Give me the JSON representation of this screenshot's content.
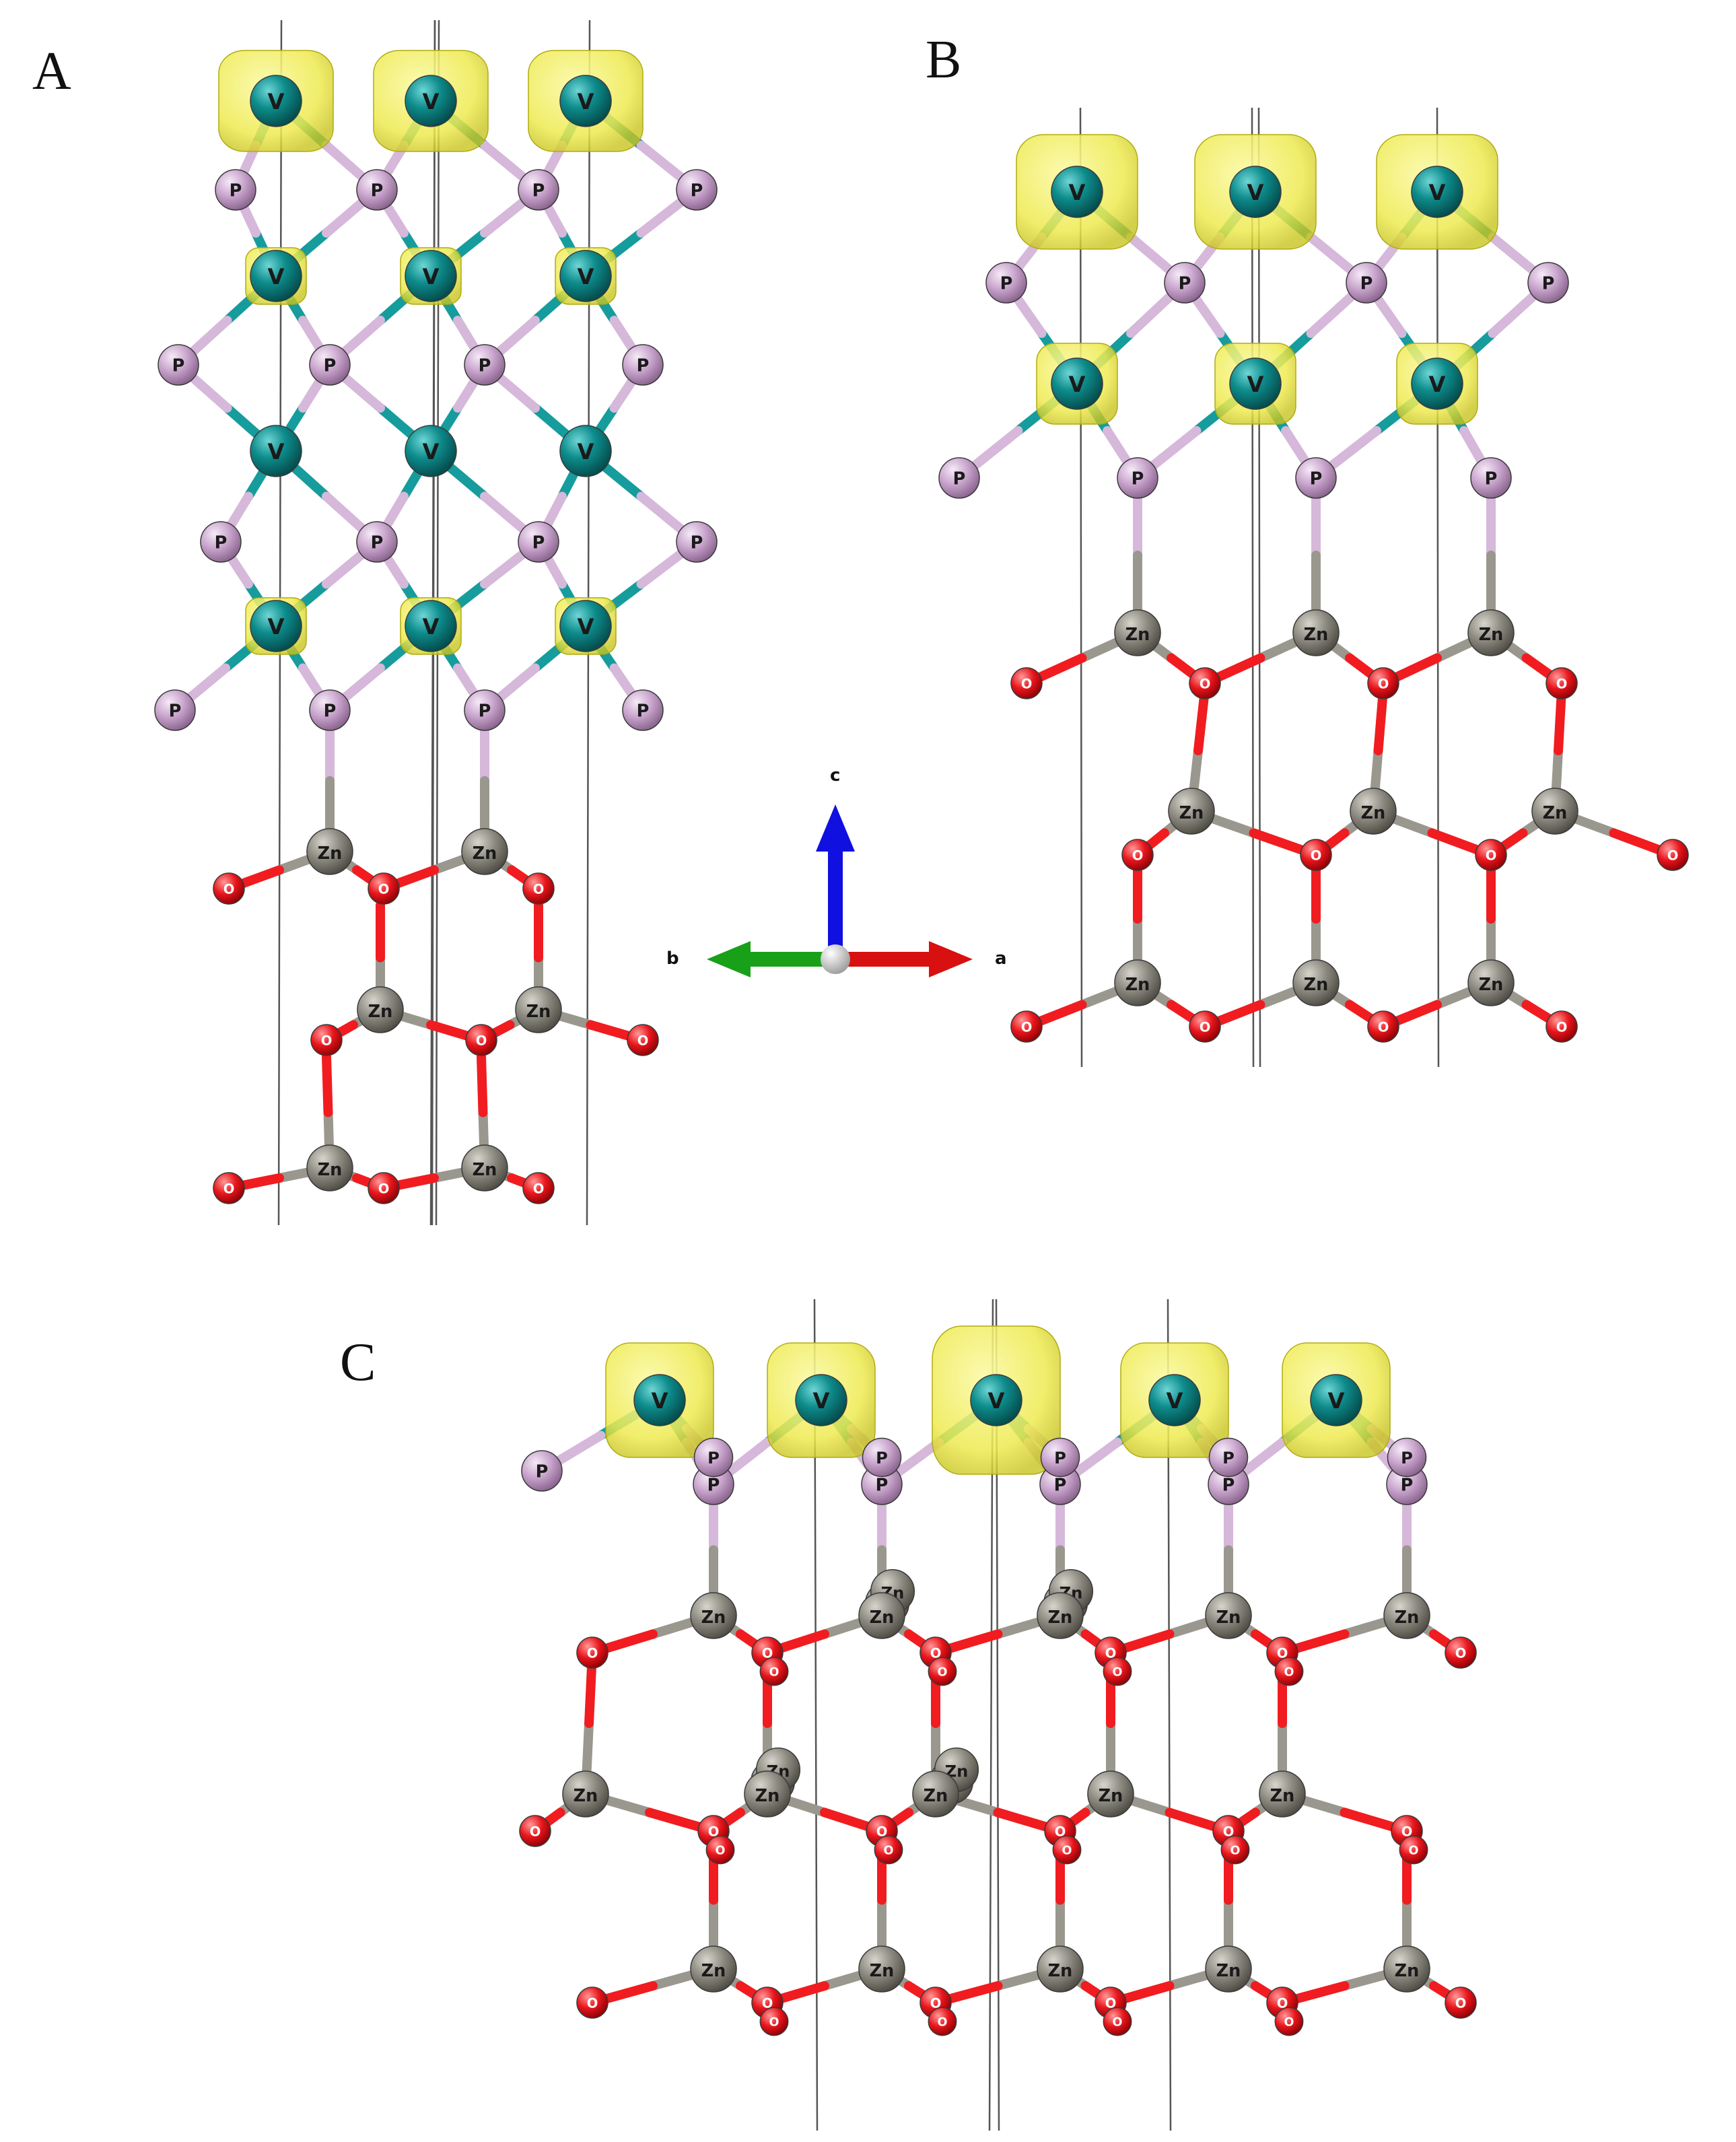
{
  "panels": [
    {
      "id": "A",
      "label": "A"
    },
    {
      "id": "B",
      "label": "B"
    },
    {
      "id": "C",
      "label": "C"
    }
  ],
  "atoms": {
    "V": {
      "label": "V",
      "color": "#0e8c8c"
    },
    "P": {
      "label": "P",
      "color": "#c8a4cc"
    },
    "Zn": {
      "label": "Zn",
      "color": "#8c8a80"
    },
    "O": {
      "label": "O",
      "color": "#e8161c"
    }
  },
  "isosurface_color": "#f4f060",
  "bond_colors": {
    "V": "#169c9c",
    "P": "#d6b8da",
    "Zn": "#9a988e",
    "O": "#f01c20"
  },
  "axes": {
    "a": {
      "label": "a",
      "color": "#d81010"
    },
    "b": {
      "label": "b",
      "color": "#18a018"
    },
    "c": {
      "label": "c",
      "color": "#1010e0"
    }
  }
}
